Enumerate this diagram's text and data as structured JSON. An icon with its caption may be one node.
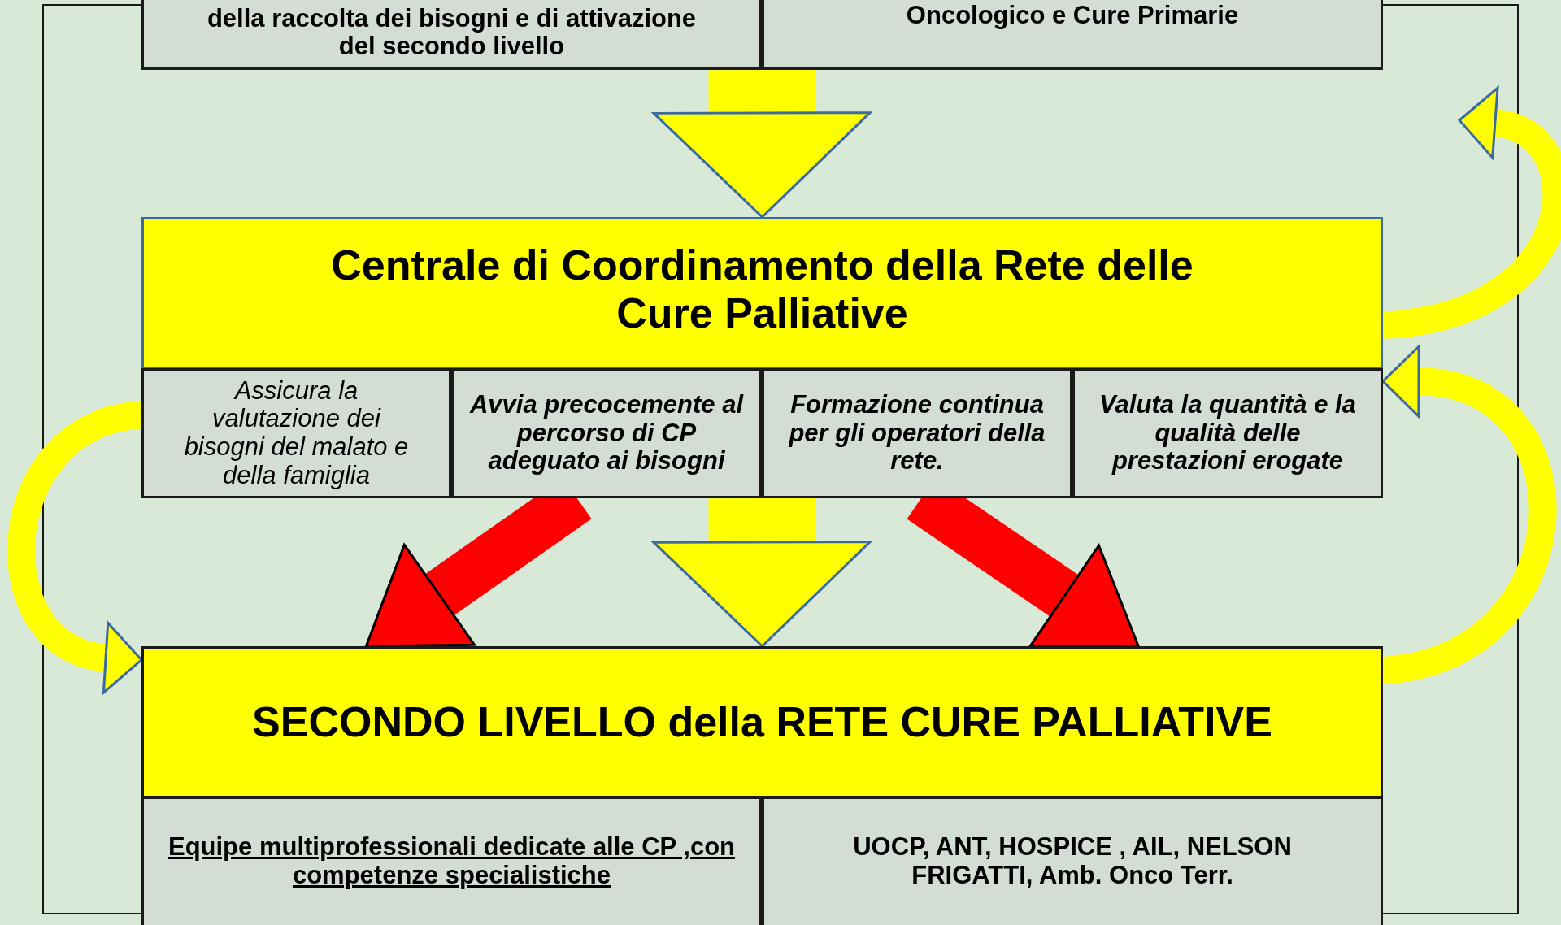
{
  "diagram": {
    "nodes": [
      {
        "text": [
          "della raccolta dei bisogni e di attivazione del secondo livello"
        ]
      },
      {
        "text": [
          "Oncologico e Cure Primarie"
        ]
      },
      {
        "text": [
          "Centrale di Coordinamento della Rete delle Cure Palliative"
        ]
      },
      {
        "text": [
          "Assicura la valutazione dei bisogni  del malato e della famiglia"
        ]
      },
      {
        "text": [
          "Avvia precocemente al percorso di CP adeguato ai bisogni"
        ]
      },
      {
        "text": [
          "Formazione continua per gli operatori della rete."
        ]
      },
      {
        "text": [
          "Valuta la quantità e la qualità delle prestazioni erogate"
        ]
      },
      {
        "text": [
          "SECONDO LIVELLO  della RETE CURE PALLIATIVE"
        ]
      },
      {
        "text": [
          "Equipe multiprofessionali  dedicate alle CP ,con competenze specialistiche"
        ]
      },
      {
        "text": [
          "UOCP, ANT, HOSPICE , AIL, NELSON FRIGATTI, Amb. Onco Terr."
        ]
      }
    ],
    "edges": [
      {
        "from": 0,
        "to": 2,
        "arrow": "to",
        "style": "thick"
      },
      {
        "from": 4,
        "to": 7,
        "arrow": "to",
        "color": "#ff0000"
      },
      {
        "from": 4,
        "to": 7,
        "arrow": "to",
        "style": "thick"
      },
      {
        "from": 5,
        "to": 7,
        "arrow": "to",
        "color": "#ff0000"
      },
      {
        "from": 3,
        "to": 7,
        "arrow": "to"
      },
      {
        "from": 7,
        "to": 6,
        "arrow": "to"
      },
      {
        "from": 2,
        "to": null,
        "arrow": "to"
      }
    ]
  }
}
